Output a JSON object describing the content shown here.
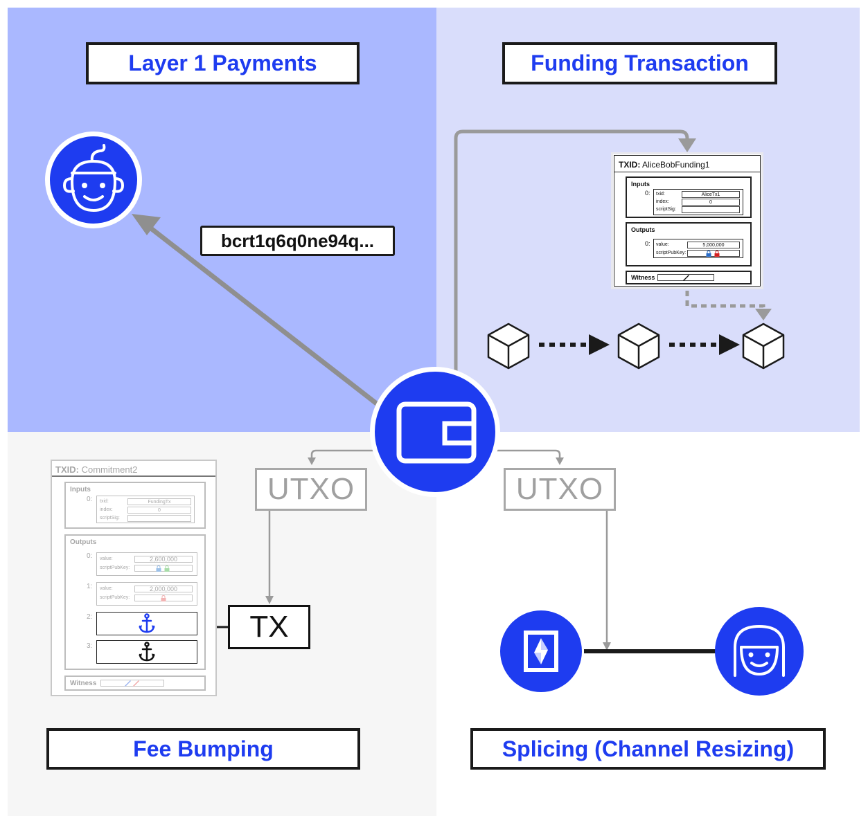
{
  "titles": {
    "layer1": "Layer 1 Payments",
    "funding": "Funding Transaction",
    "fee_bumping": "Fee Bumping",
    "splicing": "Splicing (Channel Resizing)"
  },
  "address_label": "bcrt1q6q0ne94q...",
  "utxo_left": "UTXO",
  "utxo_right": "UTXO",
  "tx_label": "TX",
  "funding_tx": {
    "txid_prefix": "TXID:",
    "txid": "AliceBobFunding1",
    "inputs_title": "Inputs",
    "input_index": "0:",
    "txid_field": "txid:",
    "txid_value": "AliceTx1",
    "index_field": "index:",
    "index_value": "0",
    "scriptsig_field": "scriptSig:",
    "outputs_title": "Outputs",
    "output_index": "0:",
    "value_field": "value:",
    "value_value": "5,000,000",
    "spk_field": "scriptPubKey:",
    "witness_title": "Witness"
  },
  "commitment_tx": {
    "txid_prefix": "TXID:",
    "txid": "Commitment2",
    "inputs_title": "Inputs",
    "input_index": "0:",
    "txid_field": "txid:",
    "txid_value": "FundingTx",
    "index_field": "index:",
    "index_value": "0",
    "scriptsig_field": "scriptSig:",
    "outputs_title": "Outputs",
    "out0_index": "0:",
    "out0_value_field": "value:",
    "out0_value": "2,600,000",
    "out0_spk_field": "scriptPubKey:",
    "out1_index": "1:",
    "out1_value_field": "value:",
    "out1_value": "2,000,000",
    "out1_spk_field": "scriptPubKey:",
    "out2_index": "2:",
    "out3_index": "3:",
    "witness_title": "Witness"
  },
  "colors": {
    "brand_blue": "#1e3cf0",
    "quad_layer1": "#aab8ff",
    "quad_funding": "#d9ddfb",
    "quad_fee": "#f6f6f6",
    "quad_splice": "#ffffff",
    "arrow_gray": "#9a9a9a"
  },
  "icons": [
    "user-avatar-icon",
    "wallet-icon",
    "block-cube-icon",
    "anchor-icon",
    "lightning-node-icon",
    "peer-avatar-icon",
    "lock-icon",
    "signature-pen-icon"
  ]
}
